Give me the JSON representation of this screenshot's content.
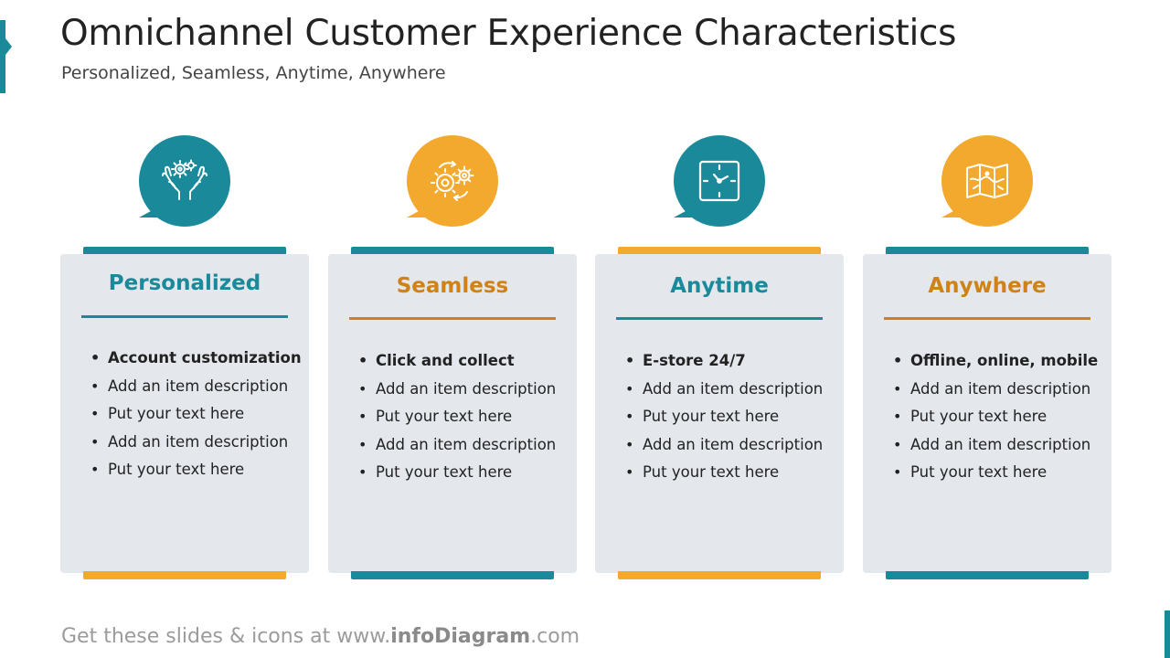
{
  "slide": {
    "title": "Omnichannel Customer Experience Characteristics",
    "subtitle": "Personalized,  Seamless, Anytime, Anywhere"
  },
  "columns": [
    {
      "heading": "Personalized",
      "icon": "hands-gears-icon",
      "accent": "#1a8a9b",
      "items": [
        "Account customization",
        "Add an item description",
        "Put your text here",
        "Add an item description",
        "Put your text here"
      ]
    },
    {
      "heading": "Seamless",
      "icon": "gears-cycle-icon",
      "accent": "#f2a92e",
      "items": [
        "Click and collect",
        "Add an item description",
        "Put your text here",
        "Add an item description",
        "Put your text here"
      ]
    },
    {
      "heading": "Anytime",
      "icon": "clock-icon",
      "accent": "#1a8a9b",
      "items": [
        "E-store 24/7",
        "Add an item description",
        "Put your text here",
        "Add an item description",
        "Put your text here"
      ]
    },
    {
      "heading": "Anywhere",
      "icon": "map-icon",
      "accent": "#f2a92e",
      "items": [
        "Offline, online, mobile",
        "Add an item description",
        "Put your text here",
        "Add an item description",
        "Put your text here"
      ]
    }
  ],
  "footer": {
    "prefix": "Get these slides & icons at www.",
    "brand": "infoDiagram",
    "suffix": ".com"
  },
  "colors": {
    "teal": "#1a8a9b",
    "amber": "#f2a92e",
    "amber_text": "#cf8317",
    "card_bg": "#e4e7ec"
  }
}
